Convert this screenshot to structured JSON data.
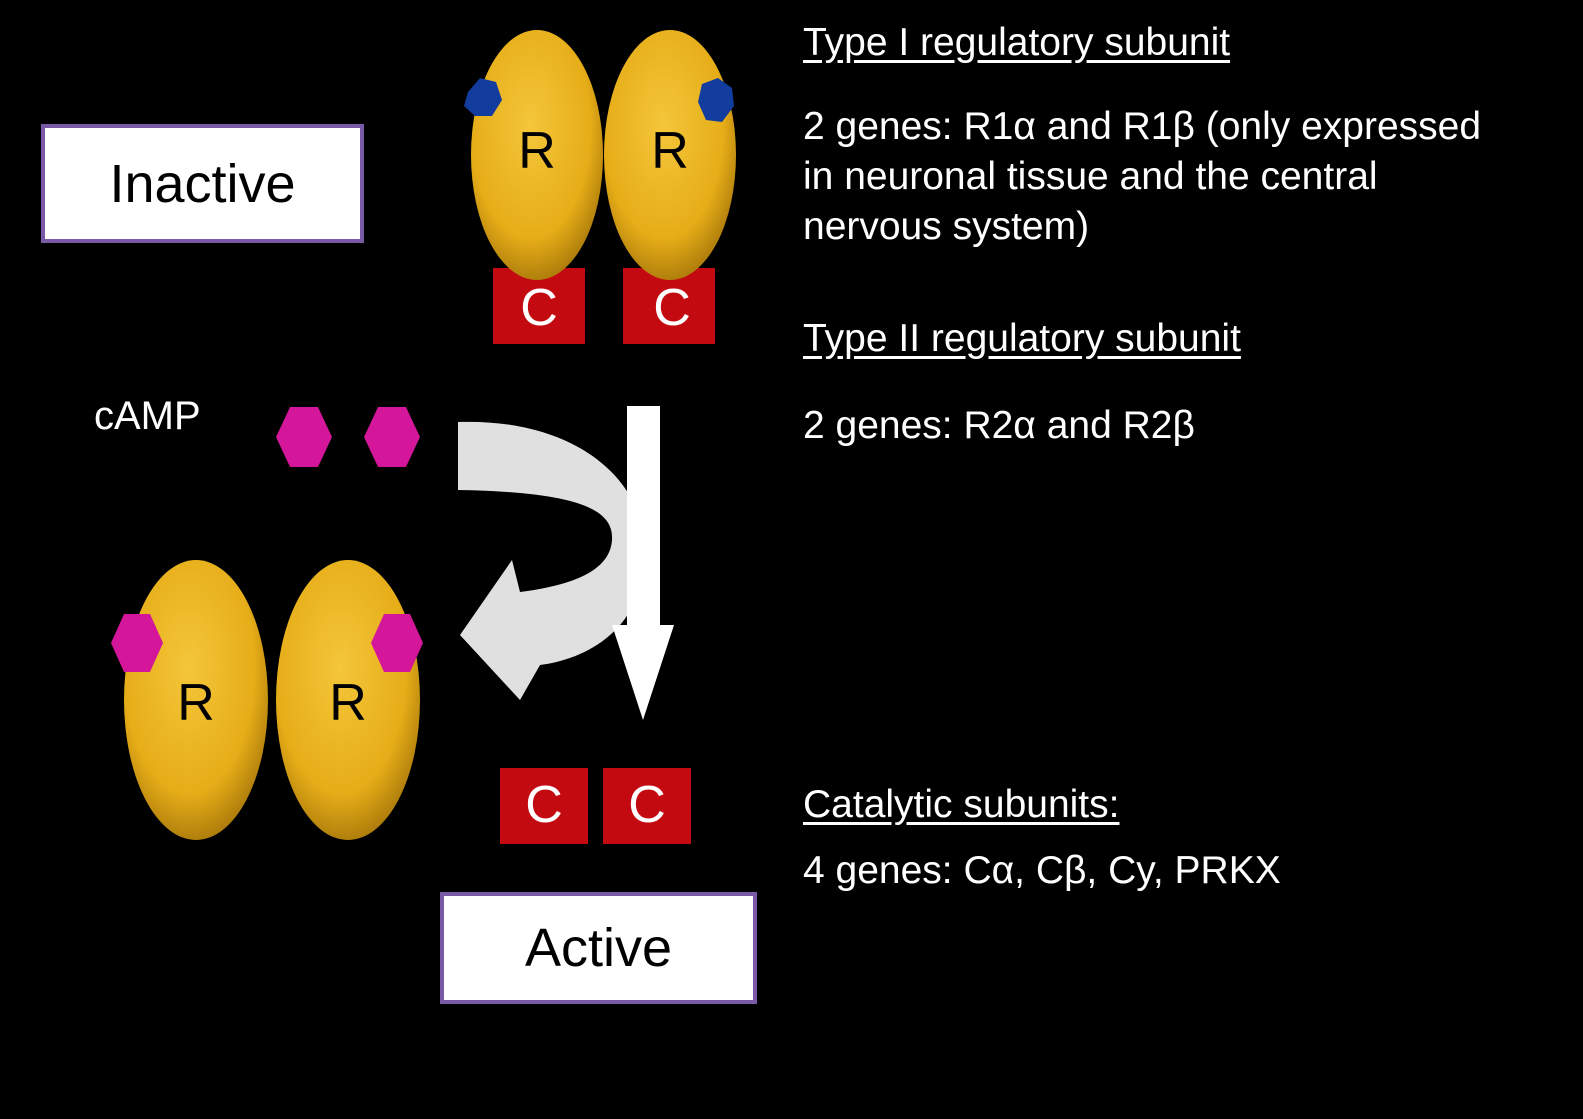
{
  "states": {
    "inactive": "Inactive",
    "active": "Active"
  },
  "molecule_labels": {
    "camp": "cAMP",
    "regulatory": "R",
    "catalytic": "C"
  },
  "type1": {
    "heading": "Type I regulatory subunit",
    "genes_lines": [
      "2 genes: R1α and R1β (only expressed",
      "in neuronal tissue and the central",
      "nervous system)"
    ]
  },
  "type2": {
    "heading": "Type II regulatory subunit",
    "genes": "2 genes: R2α and R2β"
  },
  "catalytic": {
    "heading": "Catalytic subunits:",
    "genes": "4 genes: Cα, Cβ, Cy, PRKX"
  },
  "colors": {
    "background": "#000000",
    "regulatory": "#e6ad18",
    "catalytic": "#c20a10",
    "camp": "#d4169a",
    "binding_site": "#123d9e",
    "arrow": "#e0e0e0",
    "box_border": "#7a5aa6"
  }
}
